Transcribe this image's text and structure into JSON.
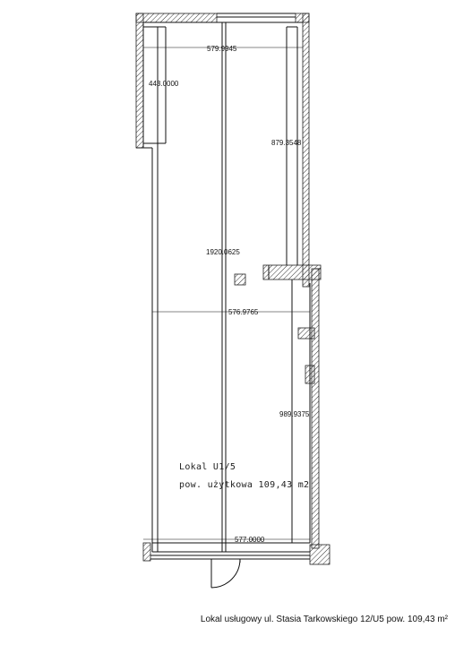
{
  "floor_plan": {
    "dimensions": {
      "top_width": "579.9945",
      "upper_left_depth": "443.0000",
      "right_upper_height": "879.3548",
      "total_length": "1920.0625",
      "middle_width": "576.9765",
      "lower_right_height": "989.9375",
      "bottom_width": "577.0000"
    },
    "room": {
      "name": "Lokal U1/5",
      "area_text": "pow. użytkowa 109,43 m2"
    }
  },
  "caption": "Lokal usługowy ul. Stasia Tarkowskiego 12/U5 pow. 109,43 m²"
}
